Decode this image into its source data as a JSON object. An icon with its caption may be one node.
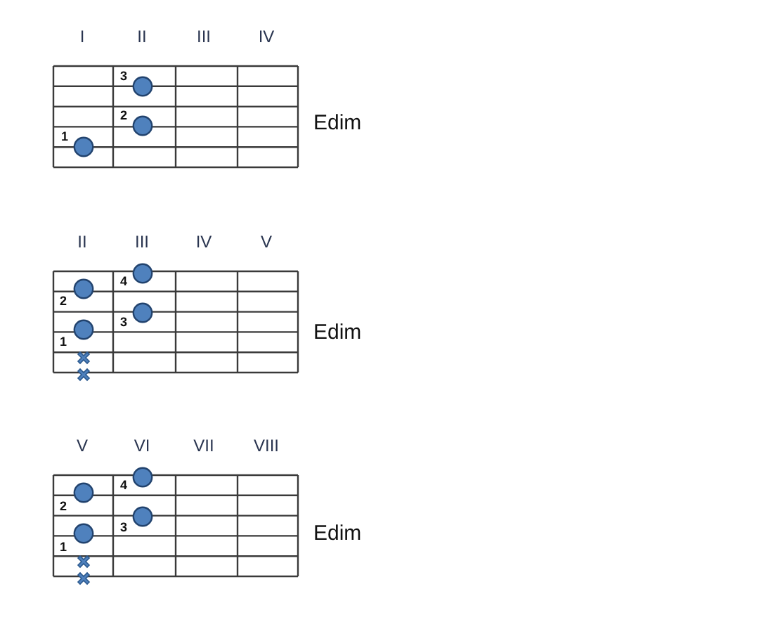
{
  "diagram": {
    "labels": [
      "I",
      "II",
      "III",
      "IV",
      "3",
      "2",
      "1",
      "Edim",
      "II",
      "III",
      "IV",
      "V",
      "4",
      "2",
      "3",
      "1",
      "Edim",
      "V",
      "VI",
      "VII",
      "VIII",
      "4",
      "2",
      "3",
      "1",
      "Edim"
    ]
  }
}
